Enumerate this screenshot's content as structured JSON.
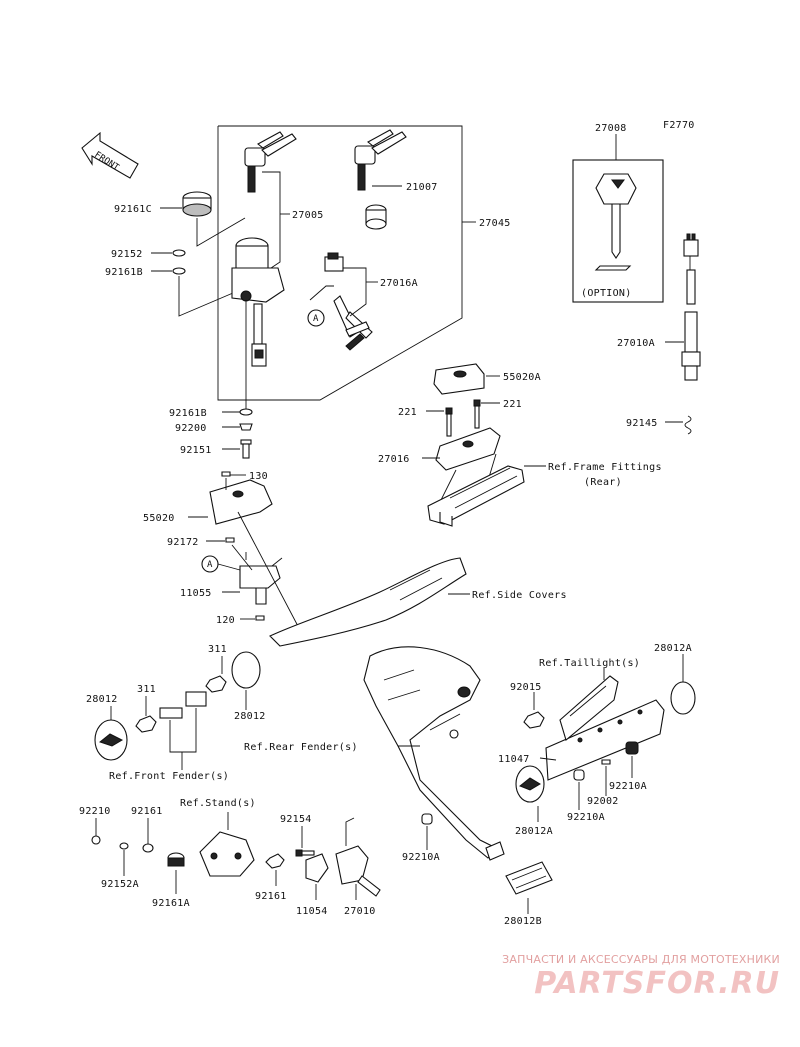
{
  "figure_code": "F2770",
  "front_label": "FRONT",
  "option_label": "(OPTION)",
  "callout_a": "A",
  "part_labels": {
    "p27008": "27008",
    "p92161C": "92161C",
    "p27005": "27005",
    "p21007": "21007",
    "p27045": "27045",
    "p92152": "92152",
    "p92161B_top": "92161B",
    "p27016A": "27016A",
    "p27010A": "27010A",
    "p55020A": "55020A",
    "p221_left": "221",
    "p221_right": "221",
    "p92161B_low": "92161B",
    "p92200": "92200",
    "p92151": "92151",
    "p92145": "92145",
    "p27016": "27016",
    "ref_frame_fittings": "Ref.Frame Fittings",
    "ref_frame_fittings_rear": "(Rear)",
    "p130": "130",
    "p55020": "55020",
    "p92172": "92172",
    "p11055": "11055",
    "ref_side_covers": "Ref.Side Covers",
    "p120": "120",
    "p311_top": "311",
    "p28012A_top": "28012A",
    "ref_taillights": "Ref.Taillight(s)",
    "p28012_left": "28012",
    "p311_left": "311",
    "p28012_mid": "28012",
    "p92015": "92015",
    "ref_rear_fender": "Ref.Rear Fender(s)",
    "p11047": "11047",
    "p92210A_right": "92210A",
    "ref_front_fender": "Ref.Front Fender(s)",
    "p92002": "92002",
    "p92210A_mid": "92210A",
    "p28012A_mid": "28012A",
    "p92210": "92210",
    "p92161_left": "92161",
    "ref_stand": "Ref.Stand(s)",
    "p92154": "92154",
    "p92210A_low": "92210A",
    "p92152A": "92152A",
    "p92161A": "92161A",
    "p92161_low": "92161",
    "p11054": "11054",
    "p27010": "27010",
    "p28012B": "28012B"
  },
  "watermark": {
    "tagline": "ЗАПЧАСТИ И АКСЕССУАРЫ ДЛЯ МОТОТЕХНИКИ",
    "logo_text": "PARTSFOR.RU"
  }
}
